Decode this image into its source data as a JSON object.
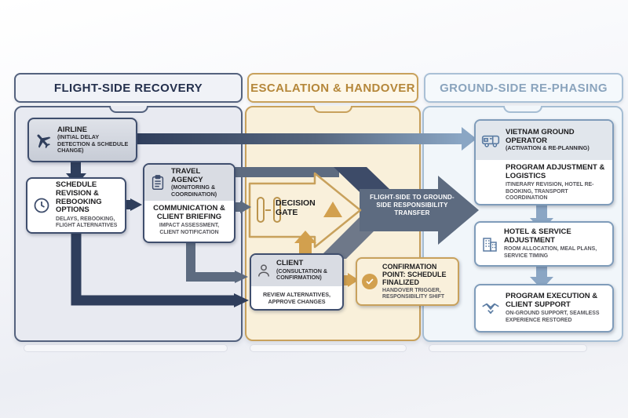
{
  "headers": {
    "left": "FLIGHT-SIDE RECOVERY",
    "middle": "ESCALATION & HANDOVER",
    "right": "GROUND-SIDE RE-PHASING"
  },
  "left_panel": {
    "airline": {
      "title": "AIRLINE",
      "subtitle": "(INITIAL DELAY DETECTION & SCHEDULE CHANGE)",
      "icon": "airplane-icon"
    },
    "schedule": {
      "title": "SCHEDULE REVISION & REBOOKING OPTIONS",
      "subtitle": "DELAYS, REBOOKING, FLIGHT ALTERNATIVES",
      "icon": "clock-icon"
    },
    "travel_agency": {
      "title": "TRAVEL AGENCY",
      "subtitle": "(MONITORING & COORDINATION)",
      "icon": "clipboard-icon"
    },
    "communication": {
      "title": "COMMUNICATION & CLIENT BRIEFING",
      "subtitle": "IMPACT ASSESSMENT, CLIENT NOTIFICATION"
    }
  },
  "middle_panel": {
    "decision_gate": {
      "title": "DECISION GATE",
      "icon": "gate-icon"
    },
    "client": {
      "title": "CLIENT",
      "subtitle": "(CONSULTATION & CONFIRMATION)",
      "body": "REVIEW ALTERNATIVES, APPROVE CHANGES",
      "icon": "person-icon"
    },
    "confirmation": {
      "title": "CONFIRMATION POINT: SCHEDULE FINALIZED",
      "subtitle": "HANDOVER TRIGGER, RESPONSIBILITY SHIFT",
      "icon": "check-circle-icon"
    }
  },
  "transfer_arrow": {
    "label": "FLIGHT-SIDE TO GROUND-SIDE RESPONSIBILITY TRANSFER"
  },
  "right_panel": {
    "operator": {
      "title": "VIETNAM GROUND OPERATOR",
      "subtitle": "(ACTIVATION & RE-PLANNING)",
      "icon": "van-icon"
    },
    "program": {
      "title": "PROGRAM ADJUSTMENT & LOGISTICS",
      "subtitle": "ITINERARY REVISION, HOTEL RE-BOOKING, TRANSPORT COORDINATION"
    },
    "hotel": {
      "title": "HOTEL & SERVICE ADJUSTMENT",
      "subtitle": "ROOM ALLOCATION, MEAL PLANS, SERVICE TIMING",
      "icon": "hotel-icon"
    },
    "execution": {
      "title": "PROGRAM EXECUTION & CLIENT SUPPORT",
      "subtitle": "ON-GROUND SUPPORT, SEAMLESS EXPERIENCE RESTORED",
      "icon": "handshake-icon"
    }
  },
  "palette": {
    "navy": "#2f3e5c",
    "slate": "#5d6b80",
    "steel_blue": "#8aa6c4",
    "gold": "#d2a04e",
    "gold_border": "#c8a15c",
    "left_panel_bg": "#e8eaf1",
    "middle_panel_bg": "#f9f0da",
    "right_panel_bg": "#f1f6fa"
  }
}
